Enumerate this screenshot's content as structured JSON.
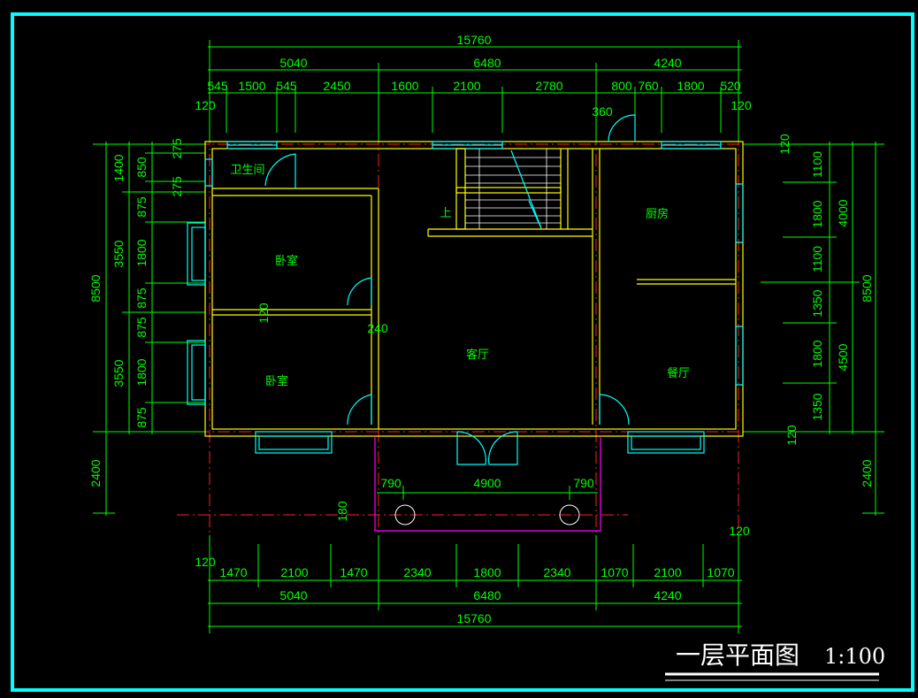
{
  "title": "一层平面图",
  "scale": "1:100",
  "rooms": {
    "bathroom": "卫生间",
    "kitchen": "厨房",
    "bedroom_top": "卧室",
    "bedroom_bottom": "卧室",
    "living": "客厅",
    "dining": "餐厅",
    "stair_up": "上"
  },
  "dims_top": {
    "total": "15760",
    "seg1": "5040",
    "seg2": "6480",
    "seg3": "4240",
    "d1": "545",
    "d2": "1500",
    "d3": "545",
    "d4": "2450",
    "d5": "1600",
    "d6": "2100",
    "d7": "2780",
    "d8": "800",
    "d9": "760",
    "d10": "1800",
    "d11": "520",
    "offset_left": "120",
    "offset_mid": "360",
    "offset_right": "120"
  },
  "dims_bottom": {
    "total": "15760",
    "seg1": "5040",
    "seg2": "6480",
    "seg3": "4240",
    "d1": "1470",
    "d2": "2100",
    "d3": "1470",
    "d4": "2340",
    "d5": "1800",
    "d6": "2340",
    "d7": "1070",
    "d8": "2100",
    "d9": "1070",
    "offset_left": "120",
    "offset_right": "120"
  },
  "dims_left": {
    "total": "8500",
    "porch": "2400",
    "seg1": "1400",
    "seg2": "3550",
    "seg3": "3550",
    "d1": "275",
    "d2": "850",
    "d3": "275",
    "d4": "875",
    "d5": "1800",
    "d6": "875",
    "d7": "875",
    "d8": "1800",
    "d9": "875"
  },
  "dims_right": {
    "total": "8500",
    "porch": "2400",
    "seg1": "4000",
    "seg2": "4500",
    "d1": "1100",
    "d2": "1800",
    "d3": "1100",
    "d4": "1350",
    "d5": "1800",
    "d6": "1350",
    "top_off": "120",
    "bottom_off": "120"
  },
  "dims_porch": {
    "left": "790",
    "mid": "4900",
    "right": "790",
    "wall": "180"
  },
  "dims_interior": {
    "wall_a": "120",
    "wall_b": "240"
  }
}
